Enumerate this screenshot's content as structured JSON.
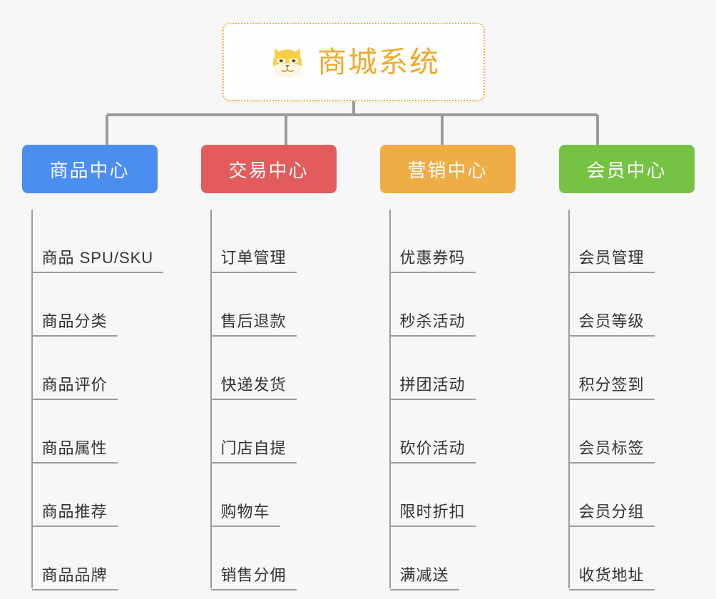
{
  "root": {
    "title": "商城系统",
    "icon": "shiba-dog-face-icon",
    "border_color": "#f0b13c",
    "text_color": "#eeab2e"
  },
  "theme": {
    "background": "#f7f7f7",
    "connector_color": "#9b9b9b",
    "leaf_text_color": "#333333"
  },
  "columns": [
    {
      "key": "product-center",
      "label": "商品中心",
      "color": "#4a8ef0",
      "items": [
        "商品 SPU/SKU",
        "商品分类",
        "商品评价",
        "商品属性",
        "商品推荐",
        "商品品牌"
      ]
    },
    {
      "key": "trade-center",
      "label": "交易中心",
      "color": "#e35c5c",
      "items": [
        "订单管理",
        "售后退款",
        "快递发货",
        "门店自提",
        "购物车",
        "销售分佣"
      ]
    },
    {
      "key": "marketing-center",
      "label": "营销中心",
      "color": "#eead45",
      "items": [
        "优惠券码",
        "秒杀活动",
        "拼团活动",
        "砍价活动",
        "限时折扣",
        "满减送"
      ]
    },
    {
      "key": "member-center",
      "label": "会员中心",
      "color": "#76c344",
      "items": [
        "会员管理",
        "会员等级",
        "积分签到",
        "会员标签",
        "会员分组",
        "收货地址"
      ]
    }
  ]
}
